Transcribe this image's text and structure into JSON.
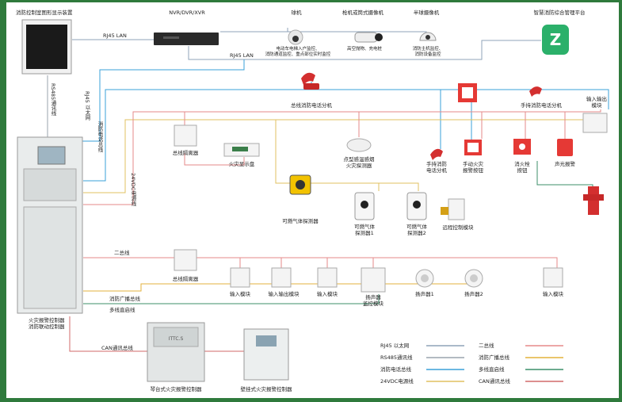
{
  "devices": {
    "monitor": "消防控制室图形显示装置",
    "nvr": "NVR/DVR/XVR",
    "dome_camera": "球机",
    "dome_camera_desc": [
      "电动车电梯入户监控、",
      "消防通道监控、重点部位实时监控"
    ],
    "bullet_camera": "枪机或筒式摄像机",
    "bullet_camera_desc": "高空抛物、充电桩",
    "half_dome_camera": "半球摄像机",
    "half_dome_camera_desc": [
      "消防主机监控、",
      "消防设备监控"
    ],
    "platform": "智慧消防综合管理平台",
    "bus_phone": "总线消防电话分机",
    "manual_phone_top": "手持消防电话分机",
    "io_module_top": [
      "输入输出",
      "模块"
    ],
    "isolator_1": "总线隔离器",
    "fire_display": "火灾显示盘",
    "smoke_detector": [
      "点型感温感烟",
      "火灾探测器"
    ],
    "handheld_phone": [
      "手持消防",
      "电话分机"
    ],
    "manual_alarm": [
      "手动火灾",
      "报警按钮"
    ],
    "hydrant_button": [
      "消火栓",
      "按钮"
    ],
    "sounder": "声光报警",
    "gas_detector": "可燃气体探测器",
    "gas_detector_1": [
      "可燃气体",
      "探测器1"
    ],
    "gas_detector_2": [
      "可燃气体",
      "探测器2"
    ],
    "remote_module": "远程控制模块",
    "isolator_2": "总线隔离器",
    "input_module_1": "输入模块",
    "io_module_1": "输入输出模块",
    "input_module_2": "输入模块",
    "speaker_monitor": [
      "扬声器",
      "监控模块"
    ],
    "speaker_1": "扬声器1",
    "speaker_2": "扬声器2",
    "input_module_3": "输入模块",
    "main_controller": [
      "火灾报警控制器",
      "消防联动控制器"
    ],
    "cabinet_controller": "琴台式火灾报警控制器",
    "wall_controller": "壁挂式火灾报警控制器",
    "cabinet_panel_text": "ITTC.S"
  },
  "lines": {
    "rj45_top": "RJ45 LAN",
    "rj45_mid": "RJ45 LAN",
    "rs485": "RS485通讯线",
    "rj45_vertical": "RJ45 以太网",
    "phone_bus": "消防电话总线",
    "power_24v": "24VDC电源线",
    "two_bus": "二总线",
    "broadcast_bus": "消防广播总线",
    "multi_line": "多线直启线",
    "can_bus": "CAN通讯总线"
  },
  "legend": [
    {
      "label": "RJ45 以太网",
      "color": "#8fa3b8"
    },
    {
      "label": "二总线",
      "color": "#e58a8a"
    },
    {
      "label": "RS485通讯线",
      "color": "#9aa3ad"
    },
    {
      "label": "消防广播总线",
      "color": "#e3b23c"
    },
    {
      "label": "消防电话总线",
      "color": "#3aa0d8"
    },
    {
      "label": "多线直启线",
      "color": "#3c8f6a"
    },
    {
      "label": "24VDC电源线",
      "color": "#e0c060"
    },
    {
      "label": "CAN通讯总线",
      "color": "#d26a6a"
    }
  ],
  "colors": {
    "two_bus": "#e58a8a",
    "broadcast": "#e3b23c",
    "phone_bus": "#3aa0d8",
    "power_24v": "#e0c060",
    "multi_line": "#3c8f6a",
    "can_bus": "#d26a6a",
    "lan": "#8fa3b8",
    "rs485": "#9aa3ad",
    "platform_icon": "#2bb06a",
    "border": "#2f7a3c"
  }
}
